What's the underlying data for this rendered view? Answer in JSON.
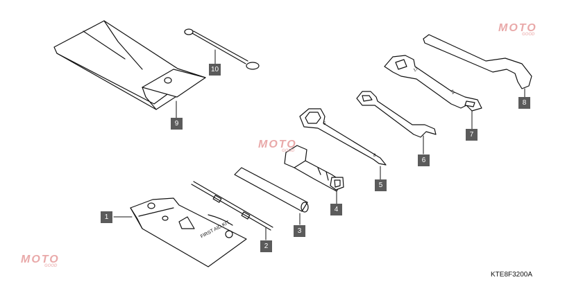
{
  "diagram": {
    "drawing_code": "KTE8F3200A",
    "watermark": {
      "text": "MOTO",
      "subtext": "GOOD"
    },
    "callouts": [
      {
        "number": "1"
      },
      {
        "number": "2"
      },
      {
        "number": "3"
      },
      {
        "number": "4"
      },
      {
        "number": "5"
      },
      {
        "number": "6"
      },
      {
        "number": "7"
      },
      {
        "number": "8"
      },
      {
        "number": "9"
      },
      {
        "number": "10"
      }
    ],
    "first_aid_label": "FIRST AID KIT",
    "wrench_marks": {
      "w5": "5",
      "w5b": "8",
      "w7a": "17",
      "w7b": "14"
    },
    "colors": {
      "callout_bg": "#5b5b5b",
      "callout_text": "#ffffff",
      "line": "#111111",
      "watermark": "#e9a9a9"
    }
  }
}
